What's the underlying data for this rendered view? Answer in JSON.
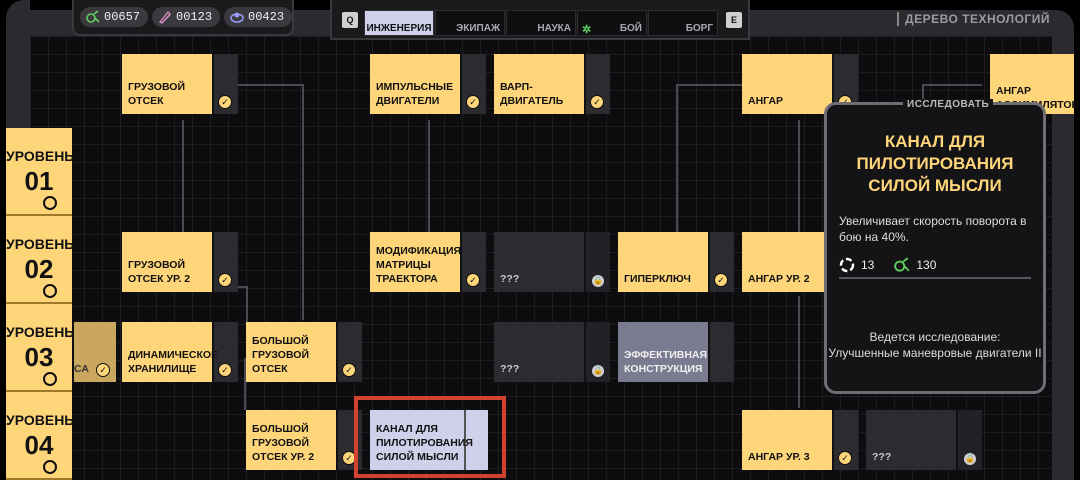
{
  "resources": [
    {
      "icon": "research-points-icon",
      "value": "00657",
      "color": "#5fcf5f"
    },
    {
      "icon": "dilithium-icon",
      "value": "00123",
      "color": "#d88abf"
    },
    {
      "icon": "alloys-icon",
      "value": "00423",
      "color": "#9aa0ff"
    }
  ],
  "tabs": {
    "prev_key": "Q",
    "next_key": "E",
    "items": [
      {
        "label": "ИНЖЕНЕРИЯ",
        "active": true
      },
      {
        "label": "ЭКИПАЖ",
        "active": false
      },
      {
        "label": "НАУКА",
        "active": false
      },
      {
        "label": "БОЙ",
        "active": false
      },
      {
        "label": "БОРГ",
        "active": false
      }
    ]
  },
  "tree_title": "ДЕРЕВО ТЕХНОЛОГИЙ",
  "levels": [
    {
      "label": "УРОВЕНЬ",
      "num": "01"
    },
    {
      "label": "УРОВЕНЬ",
      "num": "02"
    },
    {
      "label": "УРОВЕНЬ",
      "num": "03"
    },
    {
      "label": "УРОВЕНЬ",
      "num": "04"
    }
  ],
  "cards": {
    "c1": "ГРУЗОВОЙ ОТСЕК",
    "c2": "ИМПУЛЬСНЫЕ ДВИГАТЕЛИ",
    "c3": "ВАРП-ДВИГАТЕЛЬ",
    "c4": "АНГАР",
    "c5": "АНГАР АССИМИЛЯТОВ",
    "c6": "ГРУЗОВОЙ ОТСЕК УР. 2",
    "c7": "МОДИФИКАЦИЯ МАТРИЦЫ ТРАЕКТОРА",
    "c8": "???",
    "c9": "ГИПЕРКЛЮЧ",
    "c10": "АНГАР УР. 2",
    "c11": "СА",
    "c12": "ДИНАМИЧЕСКОЕ ХРАНИЛИЩЕ",
    "c13": "БОЛЬШОЙ ГРУЗОВОЙ ОТСЕК",
    "c14": "???",
    "c15": "ЭФФЕКТИВНАЯ КОНСТРУКЦИЯ",
    "c16": "БОЛЬШОЙ ГРУЗОВОЙ ОТСЕК УР. 2",
    "c17": "КАНАЛ ДЛЯ ПИЛОТИРОВАНИЯ СИЛОЙ МЫСЛИ",
    "c18": "АНГАР УР. 3",
    "c19": "???"
  },
  "tooltip": {
    "header": "ИССЛЕДОВАТЬ",
    "title": "КАНАЛ ДЛЯ ПИЛОТИРОВАНИЯ СИЛОЙ МЫСЛИ",
    "description": "Увеличивает скорость поворота в бою на 40%.",
    "cost_turns": "13",
    "cost_research": "130",
    "status_line1": "Ведется исследование:",
    "status_line2": "Улучшенные маневровые двигатели II"
  }
}
